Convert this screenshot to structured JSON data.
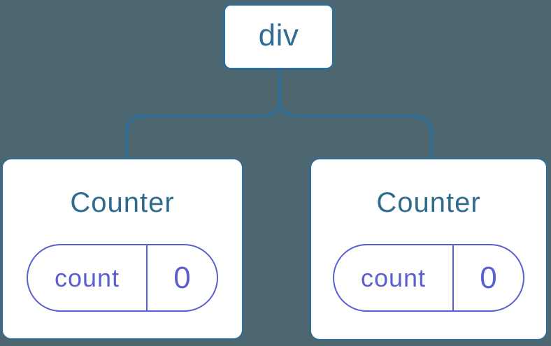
{
  "diagram": {
    "root": {
      "label": "div"
    },
    "children": [
      {
        "title": "Counter",
        "state": {
          "label": "count",
          "value": "0"
        }
      },
      {
        "title": "Counter",
        "state": {
          "label": "count",
          "value": "0"
        }
      }
    ]
  },
  "colors": {
    "background": "#4D6771",
    "line_blue": "#2F6E99",
    "node_text_blue": "#2F6D96",
    "heading_blue": "#2D6B8F",
    "state_purple": "#5A5FD1",
    "card_background": "#FFFFFF"
  }
}
